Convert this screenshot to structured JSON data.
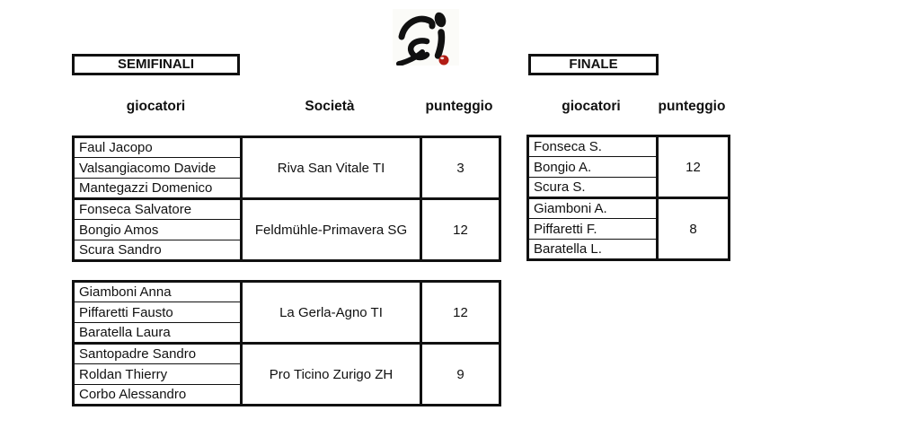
{
  "logo": {
    "name": "bocce-player-pictogram",
    "figure_color": "#111111",
    "ball_color": "#b21d15",
    "background": "#fbfbf8"
  },
  "semifinali": {
    "title": "SEMIFINALI",
    "headers": {
      "giocatori": "giocatori",
      "societa": "Società",
      "punteggio": "punteggio"
    },
    "matches": [
      {
        "teams": [
          {
            "players": [
              "Faul Jacopo",
              "Valsangiacomo Davide",
              "Mantegazzi Domenico"
            ],
            "societa": "Riva San Vitale TI",
            "punteggio": "3"
          },
          {
            "players": [
              "Fonseca Salvatore",
              "Bongio Amos",
              "Scura Sandro"
            ],
            "societa": "Feldmühle-Primavera SG",
            "punteggio": "12"
          }
        ]
      },
      {
        "teams": [
          {
            "players": [
              "Giamboni Anna",
              "Piffaretti Fausto",
              "Baratella Laura"
            ],
            "societa": "La Gerla-Agno TI",
            "punteggio": "12"
          },
          {
            "players": [
              "Santopadre Sandro",
              "Roldan Thierry",
              "Corbo Alessandro"
            ],
            "societa": "Pro Ticino Zurigo ZH",
            "punteggio": "9"
          }
        ]
      }
    ]
  },
  "finale": {
    "title": "FINALE",
    "headers": {
      "giocatori": "giocatori",
      "punteggio": "punteggio"
    },
    "teams": [
      {
        "players": [
          "Fonseca S.",
          "Bongio A.",
          "Scura S."
        ],
        "punteggio": "12"
      },
      {
        "players": [
          "Giamboni A.",
          "Piffaretti F.",
          "Baratella L."
        ],
        "punteggio": "8"
      }
    ]
  }
}
